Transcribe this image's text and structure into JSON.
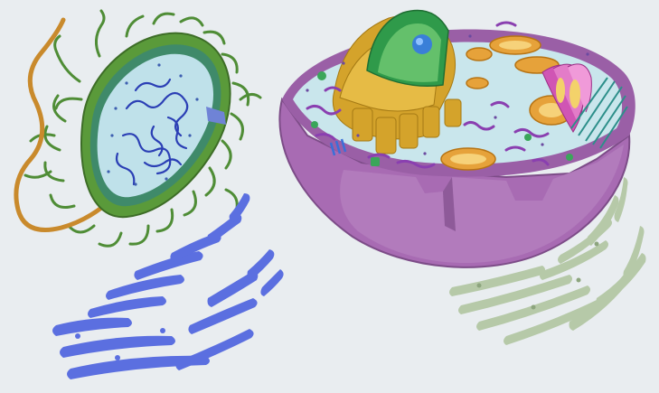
{
  "illustration": {
    "subjects": [
      "prokaryotic-cell",
      "eukaryotic-cell",
      "endoplasmic-reticulum-blue",
      "endoplasmic-reticulum-green"
    ]
  },
  "colors": {
    "background": "#e9edf0",
    "bacterium_fill": "#bfe1ea",
    "bacterium_wall": "#3f8a6a",
    "pili": "#4f8d36",
    "flagellum": "#c98a2c",
    "nucleoid": "#2b3fb5",
    "cell_outer": "#a86bb3",
    "cell_inner": "#c9e6ec",
    "golgi": "#d4a32b",
    "nucleus": "#2f9a4a",
    "mitochondria": "#e6a23a",
    "er_blue": "#5b6fe0",
    "er_green": "#b6c9a8"
  }
}
